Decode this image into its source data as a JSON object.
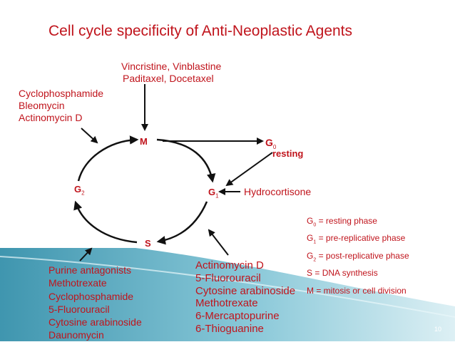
{
  "title": "Cell cycle specificity of Anti-Neoplastic Agents",
  "phases": {
    "m": "M",
    "g0": "G",
    "g0_sub": "0",
    "g0_label": "resting",
    "g1": "G",
    "g1_sub": "1",
    "g2": "G",
    "g2_sub": "2",
    "s": "S"
  },
  "drugs": {
    "m_line1_a": "Vincristine,",
    "m_line1_b": "Vinblastine",
    "m_line2": "Paditaxel, Docetaxel",
    "g2m": [
      "Cyclophosphamide",
      "Bleomycin",
      "Actinomycin D"
    ],
    "g1": "Hydrocortisone",
    "s_left": [
      "Purine antagonists",
      "Methotrexate",
      "Cyclophosphamide",
      "5-Fluorouracil",
      "Cytosine arabinoside",
      "Daunomycin"
    ],
    "s_right": [
      "Actinomycin D",
      "5-Fluorouracil",
      "Cytosine arabinoside",
      "Methotrexate",
      "6-Mercaptopurine",
      "6-Thioguanine"
    ]
  },
  "legend": [
    {
      "sym": "G",
      "sub": "0",
      "text": " = resting phase"
    },
    {
      "sym": "G",
      "sub": "1",
      "text": " = pre-replicative phase"
    },
    {
      "sym": "G",
      "sub": "2",
      "text": " = post-replicative phase"
    },
    {
      "sym": "S",
      "sub": "",
      "text": " = DNA synthesis"
    },
    {
      "sym": "M",
      "sub": "",
      "text": " = mitosis or cell division"
    }
  ],
  "page_number": "10",
  "colors": {
    "accent_red": "#c0141c",
    "text_dark": "#1c1c1c",
    "teal_band": "#2a8aa6",
    "teal_light": "#9fd2df"
  }
}
